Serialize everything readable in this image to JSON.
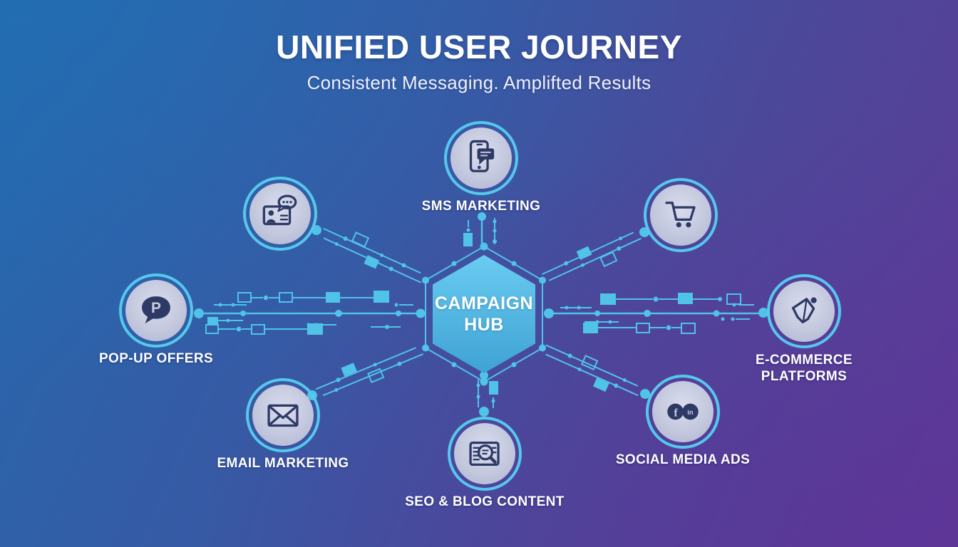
{
  "header": {
    "title": "UNIFIED USER JOURNEY",
    "subtitle": "Consistent Messaging. Amplifted Results"
  },
  "hub": {
    "line1": "CAMPAIGN",
    "line2": "HUB"
  },
  "nodes": [
    {
      "id": "contact-card",
      "label": "",
      "icon": "contact-card-chat-icon"
    },
    {
      "id": "sms",
      "label": "SMS MARKETING",
      "icon": "smartphone-chat-icon"
    },
    {
      "id": "cart",
      "label": "",
      "icon": "shopping-cart-icon"
    },
    {
      "id": "popup",
      "label": "POP-UP OFFERS",
      "icon": "popup-speech-bubble-icon",
      "glyph": "P"
    },
    {
      "id": "ecommerce",
      "label": "E-COMMERCE PLATFORMS",
      "icon": "megaphone-icon"
    },
    {
      "id": "email",
      "label": "EMAIL MARKETING",
      "icon": "envelope-icon"
    },
    {
      "id": "seo",
      "label": "SEO & BLOG CONTENT",
      "icon": "seo-search-document-icon"
    },
    {
      "id": "social",
      "label": "SOCIAL MEDIA ADS",
      "icon": "facebook-linkedin-icon",
      "glyph_f": "f",
      "glyph_in": "in"
    }
  ],
  "colors": {
    "accent_cyan": "#4fc3e8",
    "hub_fill_top": "#6accf1",
    "hub_fill_bottom": "#3ea2d4",
    "node_ring": "#55c8ec",
    "node_fill": "#c3c8de",
    "icon_navy": "#2e3a66",
    "background_left": "#2a6ab0",
    "background_right": "#5c3a98",
    "text_white": "#ffffff"
  }
}
